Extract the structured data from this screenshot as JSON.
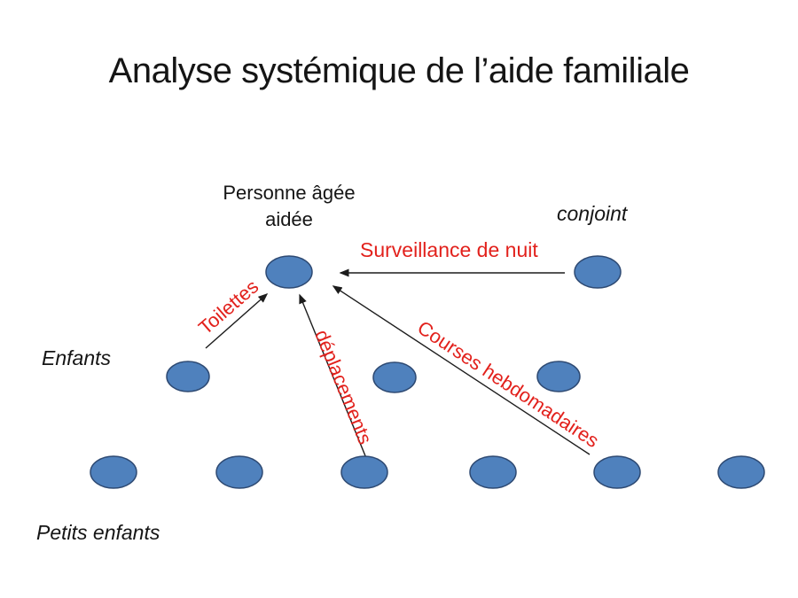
{
  "slide": {
    "title": "Analyse systémique de l’aide familiale",
    "background": "#ffffff"
  },
  "colors": {
    "node_fill": "#4f81bd",
    "node_stroke": "#2e4a73",
    "text_color": "#151515",
    "edge_label_color": "#e2211c",
    "arrow_color": "#1c1c1c"
  },
  "groups": {
    "aided_person": {
      "line1": "Personne âgée",
      "line2": "aidée"
    },
    "spouse": "conjoint",
    "children": "Enfants",
    "grandchildren": "Petits enfants"
  },
  "node_counts": {
    "aided_person": 1,
    "spouse": 1,
    "children": 3,
    "grandchildren": 6
  },
  "edges": [
    {
      "label": "Surveillance de nuit",
      "from": "spouse",
      "to": "aided-person"
    },
    {
      "label": "Toilettes",
      "from": "child-1",
      "to": "aided-person"
    },
    {
      "label": "déplacements",
      "from": "grandchild-3",
      "to": "aided-person"
    },
    {
      "label": "Courses hebdomadaires",
      "from": "grandchild-5",
      "to": "aided-person"
    }
  ]
}
